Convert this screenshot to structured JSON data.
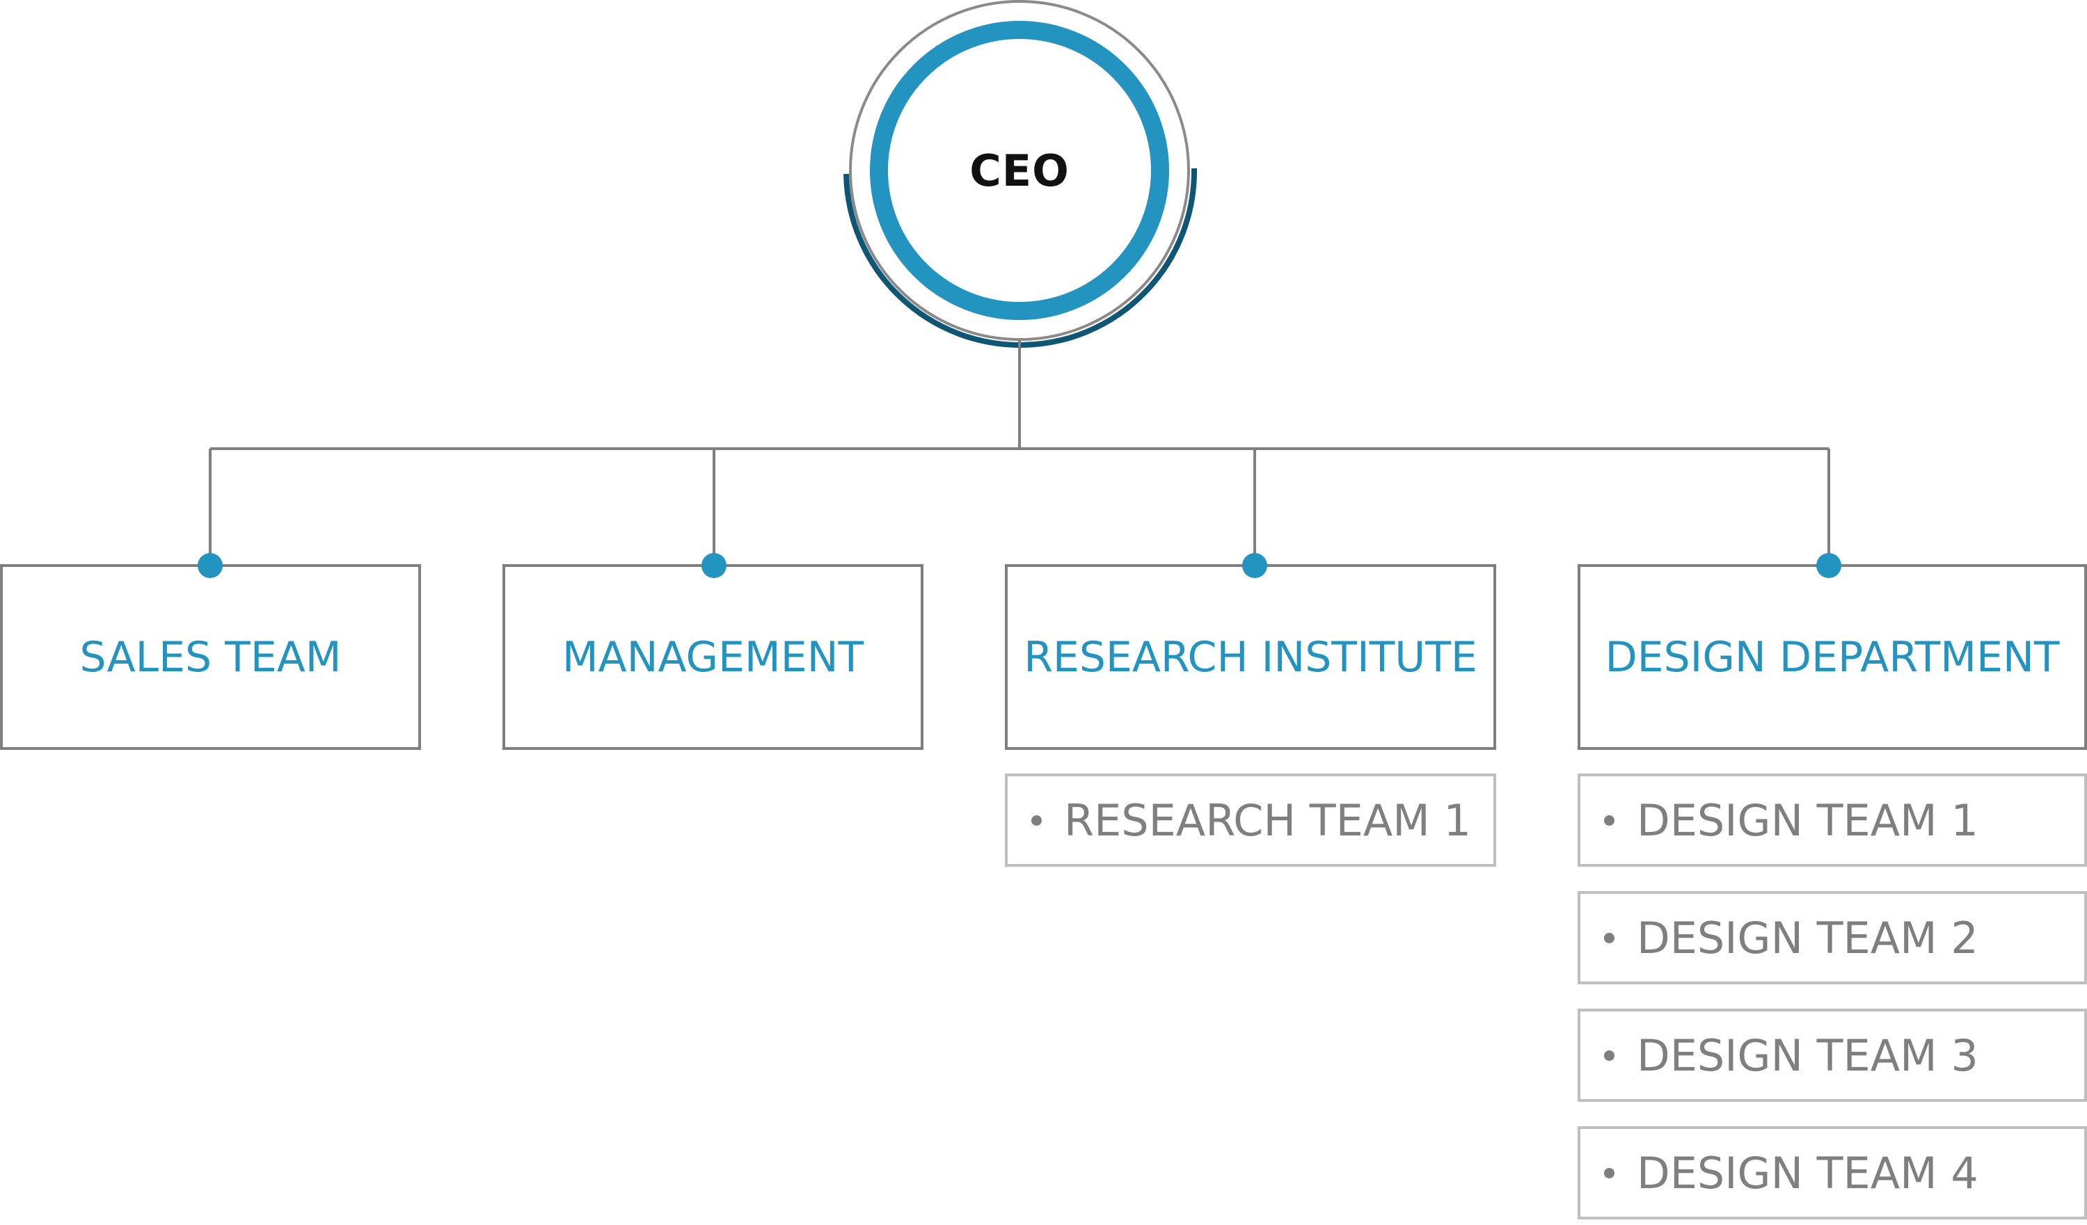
{
  "ceo": {
    "label": "CEO"
  },
  "departments": [
    {
      "label": "SALES TEAM",
      "subteams": []
    },
    {
      "label": "MANAGEMENT",
      "subteams": []
    },
    {
      "label": "RESEARCH INSTITUTE",
      "subteams": [
        "RESEARCH TEAM 1"
      ]
    },
    {
      "label": "DESIGN DEPARTMENT",
      "subteams": [
        "DESIGN TEAM 1",
        "DESIGN TEAM 2",
        "DESIGN TEAM 3",
        "DESIGN TEAM 4"
      ]
    }
  ],
  "colors": {
    "accent": "#2393bf",
    "accent_dark": "#0f5574",
    "border": "#7f7f7f",
    "sub_border": "#bfbfbf",
    "text_gray": "#7f7f7f"
  }
}
